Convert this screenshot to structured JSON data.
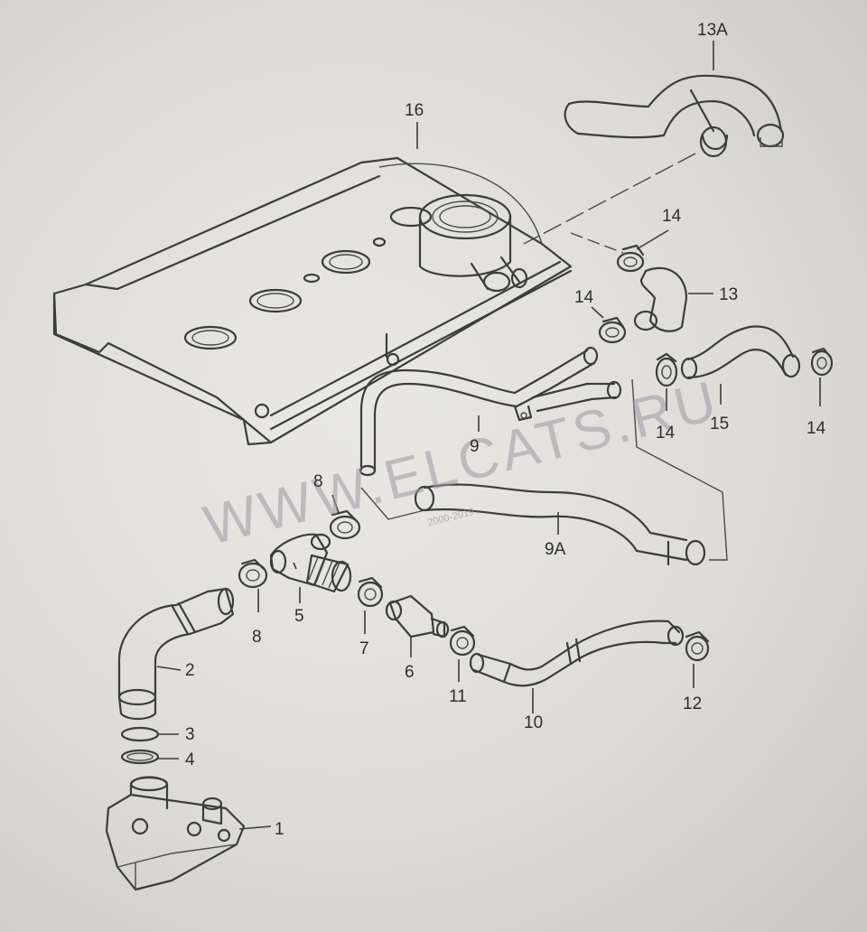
{
  "labels": {
    "p1": "1",
    "p2": "2",
    "p3": "3",
    "p4": "4",
    "p5": "5",
    "p6": "6",
    "p7": "7",
    "p8a": "8",
    "p8b": "8",
    "p9": "9",
    "p9a": "9A",
    "p10": "10",
    "p11": "11",
    "p12": "12",
    "p13": "13",
    "p13a": "13A",
    "p14a": "14",
    "p14b": "14",
    "p14c": "14",
    "p14d": "14",
    "p15": "15",
    "p16": "16"
  },
  "watermark": {
    "text": "WWW.ELCATS.RU",
    "small": "2000-2019"
  }
}
